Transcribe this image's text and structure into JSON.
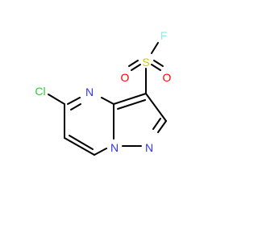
{
  "molecule": {
    "atoms": {
      "cl": "Cl",
      "n4": "N",
      "n7a": "N",
      "n1": "N",
      "s": "S",
      "o_left": "O",
      "o_right": "O",
      "f": "F"
    },
    "colors": {
      "bond": "#000000",
      "nitrogen": "#3333ff",
      "chlorine": "#33cc33",
      "sulfur": "#cccc00",
      "oxygen": "#ff0000",
      "fluorine": "#99e6e6"
    }
  }
}
